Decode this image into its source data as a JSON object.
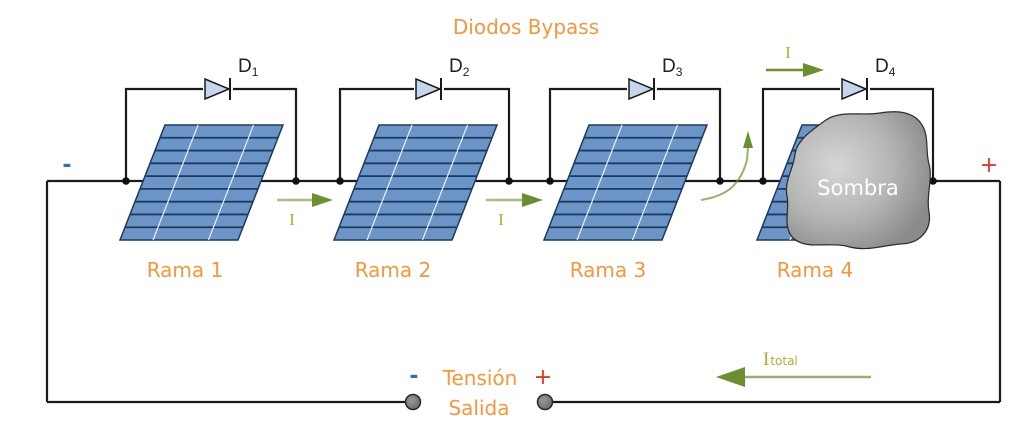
{
  "title": "Diodos Bypass",
  "branches": [
    {
      "label": "Rama 1",
      "diode": "D",
      "diode_sub": "1",
      "shaded": false
    },
    {
      "label": "Rama 2",
      "diode": "D",
      "diode_sub": "2",
      "shaded": false
    },
    {
      "label": "Rama 3",
      "diode": "D",
      "diode_sub": "3",
      "shaded": false
    },
    {
      "label": "Rama 4",
      "diode": "D",
      "diode_sub": "4",
      "shaded": true
    }
  ],
  "shadow_label": "Sombra",
  "current_label": "I",
  "total_current": {
    "main": "I",
    "sub": "total"
  },
  "output": {
    "line1": "Tensión",
    "line2": "Salida",
    "neg": "-",
    "pos": "+"
  },
  "string_polarity": {
    "neg": "-",
    "pos": "+"
  },
  "colors": {
    "title": "#f7963b",
    "panel": "#6a95c6",
    "panel_line": "#1e3a5f",
    "arrow": "#6b8e2f",
    "neg": "#2e6fc0",
    "pos": "#e8352a",
    "diode_fill": "#c5d6ec"
  }
}
